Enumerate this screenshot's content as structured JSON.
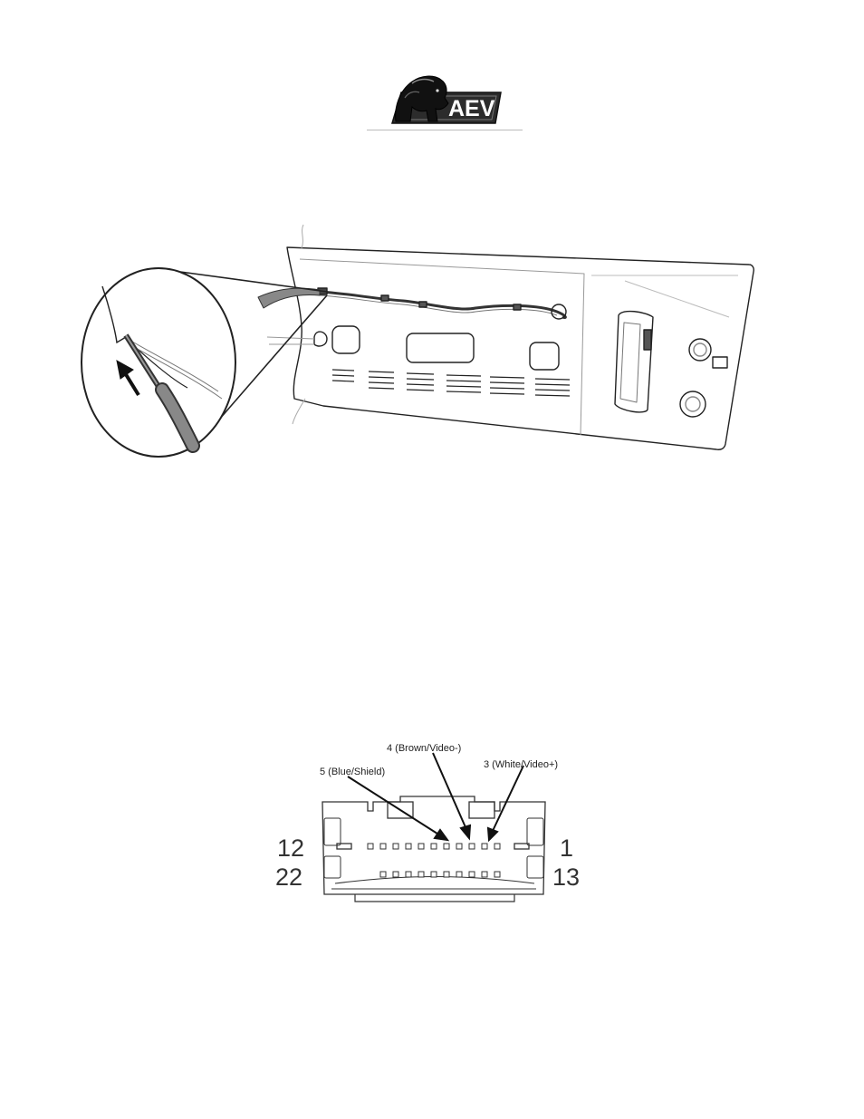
{
  "logo": {
    "text": "AEV"
  },
  "connector": {
    "labels": {
      "pin5": "5 (Blue/Shield)",
      "pin4": "4 (Brown/Video-)",
      "pin3": "3 (White/Video+)"
    },
    "pin_numbers": {
      "top_left": "12",
      "top_right": "1",
      "bottom_left": "22",
      "bottom_right": "13"
    }
  }
}
